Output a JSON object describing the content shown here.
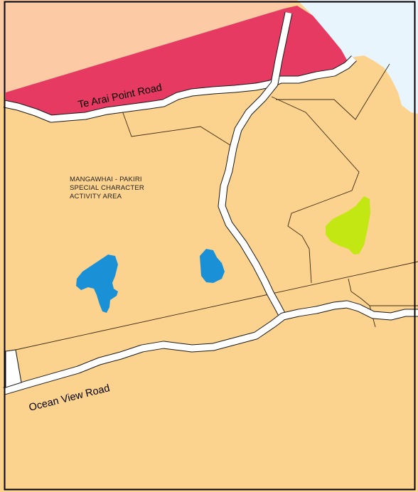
{
  "colors": {
    "rural_zone": "#fbd28e",
    "upper_zone": "#fccaa4",
    "coastal_strip": "#e63a63",
    "sea": "#e8f5fd",
    "water_body": "#1a91d7",
    "green_patch": "#c2e712",
    "road": "#ffffff",
    "boundary": "#3b2a14",
    "frame": "#000000"
  },
  "labels": {
    "te_arai_road": "Te Arai Point Road",
    "ocean_view_road": "Ocean View Road",
    "special_area_line1": "MANGAWHAI - PAKIRI",
    "special_area_line2": "SPECIAL CHARACTER",
    "special_area_line3": "ACTIVITY AREA"
  }
}
